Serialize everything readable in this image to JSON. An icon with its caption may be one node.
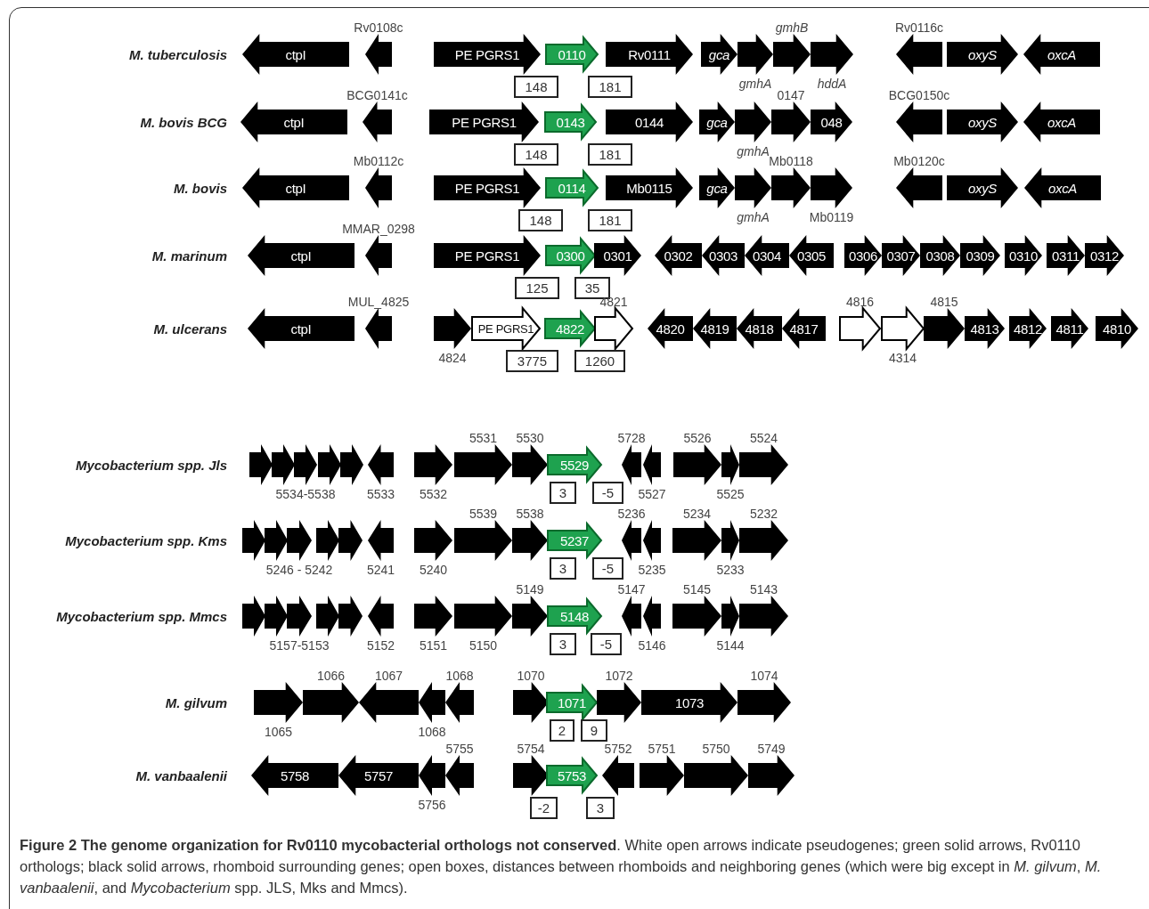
{
  "diagram": {
    "caption": "**Figure 2 The genome organization for Rv0110 mycobacterial orthologs not conserved**. White open arrows indicate pseudogenes; green solid arrows, Rv0110 orthologs; black solid arrows, rhomboid surrounding genes; open boxes, distances between rhomboids and neighboring genes (which were big except in *M. gilvum*, *M. vanbaalenii*, and *Mycobacterium* spp. JLS, Mks and Mmcs).",
    "nodes": [
      {
        "text": [
          "ctpI"
        ]
      },
      {
        "text": [],
        "shape": "arrow",
        "beside": [
          "Rv0108c"
        ]
      },
      {
        "text": [
          "PE PGRS1"
        ]
      },
      {
        "text": [
          "148"
        ]
      },
      {
        "text": [
          "0110"
        ]
      },
      {
        "text": [
          "181"
        ]
      },
      {
        "text": [
          "Rv0111"
        ]
      },
      {
        "text": [
          "gca"
        ]
      },
      {
        "text": [],
        "shape": "arrow",
        "beside": [
          "gmhA"
        ]
      },
      {
        "text": [],
        "shape": "arrow",
        "beside": [
          "gmhB"
        ]
      },
      {
        "text": [],
        "shape": "arrow",
        "beside": [
          "hddA"
        ]
      },
      {
        "text": [],
        "shape": "arrow",
        "beside": [
          "Rv0116c"
        ]
      },
      {
        "text": [
          "oxyS"
        ]
      },
      {
        "text": [
          "oxcA"
        ]
      },
      {
        "text": [
          "ctpI"
        ]
      },
      {
        "text": [],
        "shape": "arrow",
        "beside": [
          "BCG0141c"
        ]
      },
      {
        "text": [
          "PE PGRS1"
        ]
      },
      {
        "text": [
          "148"
        ]
      },
      {
        "text": [
          "0143"
        ]
      },
      {
        "text": [
          "181"
        ]
      },
      {
        "text": [
          "0144"
        ]
      },
      {
        "text": [
          "gca"
        ]
      },
      {
        "text": [],
        "shape": "arrow",
        "beside": [
          "gmhA"
        ]
      },
      {
        "text": [],
        "shape": "arrow",
        "beside": [
          "0147"
        ]
      },
      {
        "text": [
          "048"
        ]
      },
      {
        "text": [],
        "shape": "arrow",
        "beside": [
          "BCG0150c"
        ]
      },
      {
        "text": [
          "oxyS"
        ]
      },
      {
        "text": [
          "oxcA"
        ]
      },
      {
        "text": [
          "ctpI"
        ]
      },
      {
        "text": [],
        "shape": "arrow",
        "beside": [
          "Mb0112c"
        ]
      },
      {
        "text": [
          "PE PGRS1"
        ]
      },
      {
        "text": [
          "148"
        ]
      },
      {
        "text": [
          "0114"
        ]
      },
      {
        "text": [
          "181"
        ]
      },
      {
        "text": [
          "Mb0115"
        ]
      },
      {
        "text": [
          "gca"
        ]
      },
      {
        "text": [],
        "shape": "arrow",
        "beside": [
          "gmhA"
        ]
      },
      {
        "text": [],
        "shape": "arrow",
        "beside": [
          "Mb0118"
        ]
      },
      {
        "text": [],
        "shape": "arrow",
        "beside": [
          "Mb0119"
        ]
      },
      {
        "text": [],
        "shape": "arrow",
        "beside": [
          "Mb0120c"
        ]
      },
      {
        "text": [
          "oxyS"
        ]
      },
      {
        "text": [
          "oxcA"
        ]
      },
      {
        "text": [
          "ctpI"
        ]
      },
      {
        "text": [],
        "shape": "arrow",
        "beside": [
          "MMAR_0298"
        ]
      },
      {
        "text": [
          "PE PGRS1"
        ]
      },
      {
        "text": [
          "125"
        ]
      },
      {
        "text": [
          "0300"
        ]
      },
      {
        "text": [
          "35"
        ]
      },
      {
        "text": [
          "0301"
        ]
      },
      {
        "text": [
          "0302"
        ]
      },
      {
        "text": [
          "0303"
        ]
      },
      {
        "text": [
          "0304"
        ]
      },
      {
        "text": [
          "0305"
        ]
      },
      {
        "text": [
          "0306"
        ]
      },
      {
        "text": [
          "0307"
        ]
      },
      {
        "text": [
          "0308"
        ]
      },
      {
        "text": [
          "0309"
        ]
      },
      {
        "text": [
          "0310"
        ]
      },
      {
        "text": [
          "0311"
        ]
      },
      {
        "text": [
          "0312"
        ]
      },
      {
        "text": [
          "ctpI"
        ]
      },
      {
        "text": [],
        "shape": "arrow",
        "beside": [
          "MUL_4825"
        ]
      },
      {
        "text": [],
        "shape": "arrow",
        "beside": [
          "4824"
        ]
      },
      {
        "text": [
          "PE PGRS1"
        ]
      },
      {
        "text": [
          "3775"
        ]
      },
      {
        "text": [
          "4822"
        ]
      },
      {
        "text": [],
        "shape": "arrow",
        "beside": [
          "4821"
        ]
      },
      {
        "text": [
          "1260"
        ]
      },
      {
        "text": [
          "4820"
        ]
      },
      {
        "text": [
          "4819"
        ]
      },
      {
        "text": [
          "4818"
        ]
      },
      {
        "text": [
          "4817"
        ]
      },
      {
        "text": [],
        "shape": "arrow",
        "beside": [
          "4816"
        ]
      },
      {
        "text": [],
        "shape": "arrow",
        "beside": [
          "4314"
        ]
      },
      {
        "text": [],
        "shape": "arrow",
        "beside": [
          "4815"
        ]
      },
      {
        "text": [
          "4813"
        ]
      },
      {
        "text": [
          "4812"
        ]
      },
      {
        "text": [
          "4811"
        ]
      },
      {
        "text": [
          "4810"
        ]
      },
      {
        "text": [],
        "shape": "arrow"
      },
      {
        "text": [],
        "shape": "arrow"
      },
      {
        "text": [],
        "shape": "arrow",
        "beside": [
          "5534-5538"
        ]
      },
      {
        "text": [],
        "shape": "arrow"
      },
      {
        "text": [],
        "shape": "arrow"
      },
      {
        "text": [],
        "shape": "arrow",
        "beside": [
          "5533"
        ]
      },
      {
        "text": [],
        "shape": "arrow",
        "beside": [
          "5532"
        ]
      },
      {
        "text": [],
        "shape": "arrow",
        "beside": [
          "5531"
        ]
      },
      {
        "text": [],
        "shape": "arrow",
        "beside": [
          "5530"
        ]
      },
      {
        "text": [
          "5529"
        ]
      },
      {
        "text": [
          "3"
        ]
      },
      {
        "text": [
          "-5"
        ]
      },
      {
        "text": [],
        "shape": "arrow",
        "beside": [
          "5728"
        ]
      },
      {
        "text": [],
        "shape": "arrow",
        "beside": [
          "5527"
        ]
      },
      {
        "text": [],
        "shape": "arrow",
        "beside": [
          "5526"
        ]
      },
      {
        "text": [],
        "shape": "arrow",
        "beside": [
          "5525"
        ]
      },
      {
        "text": [],
        "shape": "arrow",
        "beside": [
          "5524"
        ]
      },
      {
        "text": [],
        "shape": "arrow"
      },
      {
        "text": [],
        "shape": "arrow"
      },
      {
        "text": [],
        "shape": "arrow",
        "beside": [
          "5246 - 5242"
        ]
      },
      {
        "text": [],
        "shape": "arrow"
      },
      {
        "text": [],
        "shape": "arrow"
      },
      {
        "text": [],
        "shape": "arrow",
        "beside": [
          "5241"
        ]
      },
      {
        "text": [],
        "shape": "arrow",
        "beside": [
          "5240"
        ]
      },
      {
        "text": [],
        "shape": "arrow",
        "beside": [
          "5539"
        ]
      },
      {
        "text": [],
        "shape": "arrow",
        "beside": [
          "5538"
        ]
      },
      {
        "text": [
          "5237"
        ]
      },
      {
        "text": [
          "3"
        ]
      },
      {
        "text": [
          "-5"
        ]
      },
      {
        "text": [],
        "shape": "arrow",
        "beside": [
          "5236"
        ]
      },
      {
        "text": [],
        "shape": "arrow",
        "beside": [
          "5235"
        ]
      },
      {
        "text": [],
        "shape": "arrow",
        "beside": [
          "5234"
        ]
      },
      {
        "text": [],
        "shape": "arrow",
        "beside": [
          "5233"
        ]
      },
      {
        "text": [],
        "shape": "arrow",
        "beside": [
          "5232"
        ]
      },
      {
        "text": [],
        "shape": "arrow"
      },
      {
        "text": [],
        "shape": "arrow"
      },
      {
        "text": [],
        "shape": "arrow",
        "beside": [
          "5157-5153"
        ]
      },
      {
        "text": [],
        "shape": "arrow"
      },
      {
        "text": [],
        "shape": "arrow"
      },
      {
        "text": [],
        "shape": "arrow",
        "beside": [
          "5152"
        ]
      },
      {
        "text": [],
        "shape": "arrow",
        "beside": [
          "5151"
        ]
      },
      {
        "text": [],
        "shape": "arrow",
        "beside": [
          "5150"
        ]
      },
      {
        "text": [],
        "shape": "arrow",
        "beside": [
          "5149"
        ]
      },
      {
        "text": [
          "5148"
        ]
      },
      {
        "text": [
          "3"
        ]
      },
      {
        "text": [
          "-5"
        ]
      },
      {
        "text": [],
        "shape": "arrow",
        "beside": [
          "5147"
        ]
      },
      {
        "text": [],
        "shape": "arrow",
        "beside": [
          "5146"
        ]
      },
      {
        "text": [],
        "shape": "arrow",
        "beside": [
          "5145"
        ]
      },
      {
        "text": [],
        "shape": "arrow",
        "beside": [
          "5144"
        ]
      },
      {
        "text": [],
        "shape": "arrow",
        "beside": [
          "5143"
        ]
      },
      {
        "text": [],
        "shape": "arrow",
        "beside": [
          "1065"
        ]
      },
      {
        "text": [],
        "shape": "arrow",
        "beside": [
          "1066"
        ]
      },
      {
        "text": [],
        "shape": "arrow",
        "beside": [
          "1067"
        ]
      },
      {
        "text": [],
        "shape": "arrow",
        "beside": [
          "1068"
        ]
      },
      {
        "text": [],
        "shape": "arrow",
        "beside": [
          "1068"
        ]
      },
      {
        "text": [],
        "shape": "arrow",
        "beside": [
          "1070"
        ]
      },
      {
        "text": [
          "1071"
        ]
      },
      {
        "text": [
          "2"
        ]
      },
      {
        "text": [
          "9"
        ]
      },
      {
        "text": [],
        "shape": "arrow",
        "beside": [
          "1072"
        ]
      },
      {
        "text": [
          "1073"
        ]
      },
      {
        "text": [],
        "shape": "arrow",
        "beside": [
          "1074"
        ]
      },
      {
        "text": [
          "5758"
        ]
      },
      {
        "text": [
          "5757"
        ]
      },
      {
        "text": [],
        "shape": "arrow",
        "beside": [
          "5756"
        ]
      },
      {
        "text": [],
        "shape": "arrow",
        "beside": [
          "5755"
        ]
      },
      {
        "text": [],
        "shape": "arrow",
        "beside": [
          "5754"
        ]
      },
      {
        "text": [
          "5753"
        ]
      },
      {
        "text": [
          "-2"
        ]
      },
      {
        "text": [
          "3"
        ]
      },
      {
        "text": [],
        "shape": "arrow",
        "beside": [
          "5752"
        ]
      },
      {
        "text": [],
        "shape": "arrow",
        "beside": [
          "5751"
        ]
      },
      {
        "text": [],
        "shape": "arrow",
        "beside": [
          "5750"
        ]
      },
      {
        "text": [],
        "shape": "arrow",
        "beside": [
          "5749"
        ]
      }
    ],
    "labels": [
      "M. tuberculosis",
      "M. bovis BCG",
      "M. bovis",
      "M. marinum",
      "M. ulcerans",
      "Mycobacterium spp. Jls",
      "Mycobacterium spp. Kms",
      "Mycobacterium spp. Mmcs",
      "M. gilvum",
      "M. vanbaalenii"
    ]
  }
}
